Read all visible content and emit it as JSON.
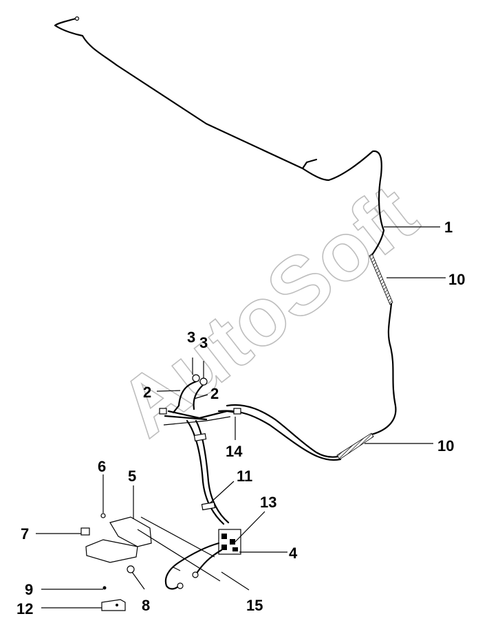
{
  "watermark": "AutoSoft",
  "callouts": {
    "c1": "1",
    "c2a": "2",
    "c2b": "2",
    "c3a": "3",
    "c3b": "3",
    "c4": "4",
    "c5": "5",
    "c6": "6",
    "c7": "7",
    "c8": "8",
    "c9": "9",
    "c10a": "10",
    "c10b": "10",
    "c11": "11",
    "c12": "12",
    "c13": "13",
    "c14": "14",
    "c15": "15"
  }
}
